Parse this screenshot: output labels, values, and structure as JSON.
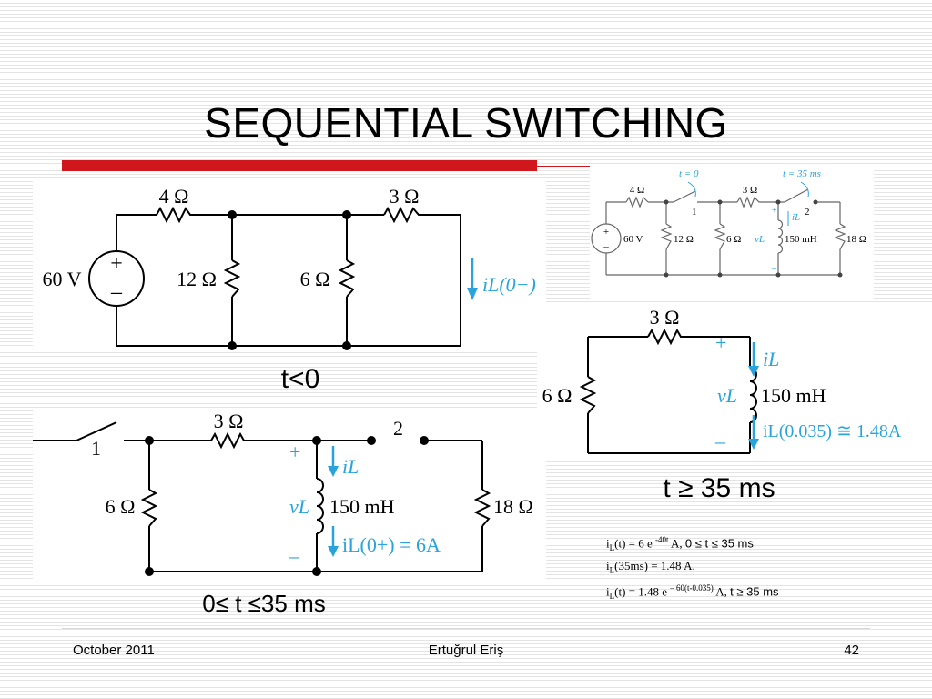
{
  "slide": {
    "title": "SEQUENTIAL SWITCHING",
    "footer": {
      "date": "October 2011",
      "author": "Ertuğrul Eriş",
      "page": "42"
    },
    "accent_color": "#d0171b",
    "current_color": "#29a3dc"
  },
  "circuit_tlt0": {
    "caption": "t<0",
    "source": "60 V",
    "r_series": "4 Ω",
    "r_shunt1": "12 Ω",
    "r_shunt2": "6 Ω",
    "r_right": "3 Ω",
    "current": "iL(0−)"
  },
  "circuit_full": {
    "switch1_time": "t = 0",
    "switch2_time": "t = 35 ms",
    "source": "60 V",
    "r_series": "4 Ω",
    "r_shunt1": "12 Ω",
    "r_shunt2": "6 Ω",
    "r_mid": "3 Ω",
    "inductor": "150 mH",
    "r_load": "18 Ω",
    "node1": "1",
    "node2": "2",
    "vL": "vL",
    "iL": "iL"
  },
  "circuit_mid": {
    "caption": "0≤ t ≤35 ms",
    "node1": "1",
    "node2": "2",
    "r_left": "6 Ω",
    "r_top": "3 Ω",
    "inductor": "150 mH",
    "r_load": "18 Ω",
    "vL": "vL",
    "iL": "iL",
    "iL_init": "iL(0+) = 6A"
  },
  "circuit_late": {
    "caption": "t ≥ 35 ms",
    "r_top": "3 Ω",
    "r_left": "6 Ω",
    "inductor": "150 mH",
    "vL": "vL",
    "iL": "iL",
    "iL_init": "iL(0.035) ≅ 1.48A"
  },
  "equations": [
    {
      "a": "i",
      "sub": "L",
      "b": "(t) = 6 e ",
      "sup": "-40t",
      "c": "  A,  ",
      "d": "0 ≤ t ≤ 35 ms"
    },
    {
      "a": "i",
      "sub": "L",
      "b": "(35ms)  = 1.48 A.",
      "sup": "",
      "c": "",
      "d": ""
    },
    {
      "a": "i",
      "sub": "L",
      "b": "(t) = 1.48 e ",
      "sup": "– 60(t-0.035)",
      "c": "  A,   ",
      "d": "t ≥ 35 ms"
    }
  ]
}
